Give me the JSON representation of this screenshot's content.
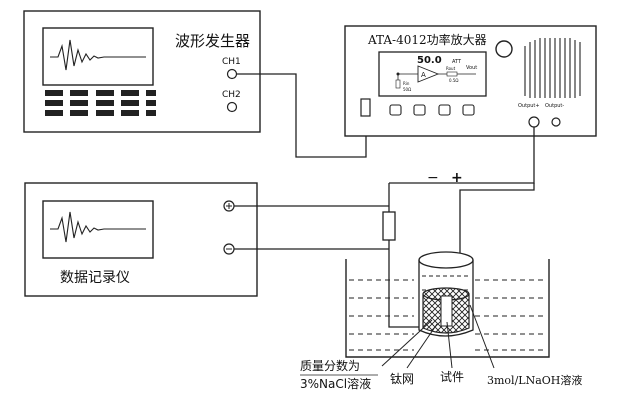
{
  "waveform_generator": {
    "label": "波形发生器",
    "ch1": "CH1",
    "ch2": "CH2"
  },
  "amplifier": {
    "title": "ATA-4012功率放大器",
    "display_value": "50.0",
    "att": "ATT",
    "vout": "Vout",
    "rout": "Rout",
    "rout_value": "0.5Ω",
    "rin": "Rin",
    "rin_value": "50Ω",
    "amp_symbol": "A",
    "output_plus": "Output+",
    "output_minus": "Output-"
  },
  "polarity": {
    "minus": "−",
    "plus": "+"
  },
  "data_recorder": {
    "label": "数据记录仪"
  },
  "labels": {
    "electrolyte_line1": "质量分数为",
    "electrolyte_line2": "3%NaCl溶液",
    "ti_mesh": "钛网",
    "specimen": "试件",
    "naoh": "3mol/LNaOH溶液"
  }
}
